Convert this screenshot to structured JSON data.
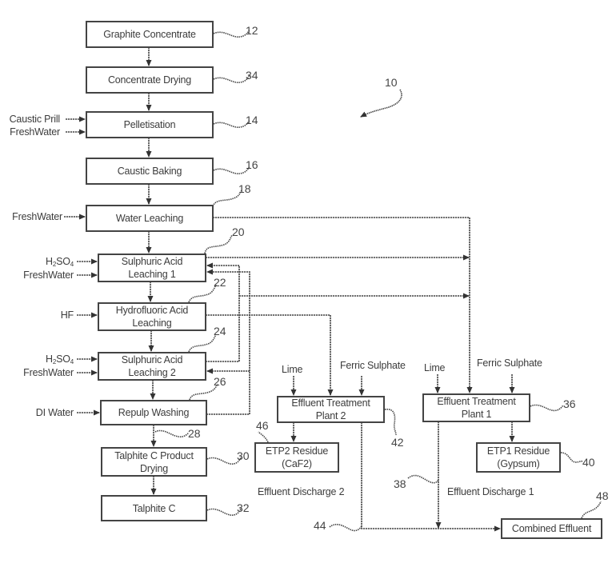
{
  "figure": {
    "figure_ref": "10",
    "boxes": {
      "graphite_concentrate": {
        "label": "Graphite Concentrate",
        "ref": "12"
      },
      "concentrate_drying": {
        "label": "Concentrate Drying",
        "ref": "34"
      },
      "pelletisation": {
        "label": "Pelletisation",
        "ref": "14"
      },
      "caustic_baking": {
        "label": "Caustic Baking",
        "ref": "16"
      },
      "water_leaching": {
        "label": "Water Leaching",
        "ref": "18"
      },
      "sulphuric_acid_leaching_1": {
        "label": "Sulphuric Acid\nLeaching 1",
        "ref": "20"
      },
      "hydrofluoric_acid_leaching": {
        "label": "Hydrofluoric Acid\nLeaching",
        "ref": "22"
      },
      "sulphuric_acid_leaching_2": {
        "label": "Sulphuric Acid\nLeaching 2",
        "ref": "24"
      },
      "repulp_washing": {
        "label": "Repulp Washing",
        "ref": "26"
      },
      "product_drying": {
        "label": "Talphite C Product\nDrying",
        "ref": "30"
      },
      "talphite_c": {
        "label": "Talphite C",
        "ref": "32"
      },
      "etp2": {
        "label": "Effluent Treatment\nPlant 2",
        "ref": "42"
      },
      "etp2_residue": {
        "label": "ETP2 Residue\n(CaF2)",
        "ref": "46"
      },
      "etp1": {
        "label": "Effluent Treatment\nPlant 1",
        "ref": "36"
      },
      "etp1_residue": {
        "label": "ETP1 Residue\n(Gypsum)",
        "ref": "40"
      },
      "combined_effluent": {
        "label": "Combined Effluent",
        "ref": "48"
      }
    },
    "inputs": {
      "caustic_prill": "Caustic Prill",
      "freshwater_pellet": "FreshWater",
      "freshwater_water_leach": "FreshWater",
      "h2so4_1_main": "H",
      "h2so4_1_sub": "2",
      "h2so4_1_tail": "SO",
      "h2so4_1_sub2": "4",
      "freshwater_sal1": "FreshWater",
      "hf": "HF",
      "h2so4_2_main": "H",
      "h2so4_2_sub": "2",
      "h2so4_2_tail": "SO",
      "h2so4_2_sub2": "4",
      "freshwater_sal2": "FreshWater",
      "di_water": "DI Water",
      "lime_etp2": "Lime",
      "ferric_etp2": "Ferric Sulphate",
      "lime_etp1": "Lime",
      "ferric_etp1": "Ferric Sulphate"
    },
    "streams": {
      "discharge_2": "Effluent Discharge 2",
      "discharge_1": "Effluent Discharge 1",
      "ref_28": "28",
      "ref_38": "38",
      "ref_44": "44"
    }
  }
}
